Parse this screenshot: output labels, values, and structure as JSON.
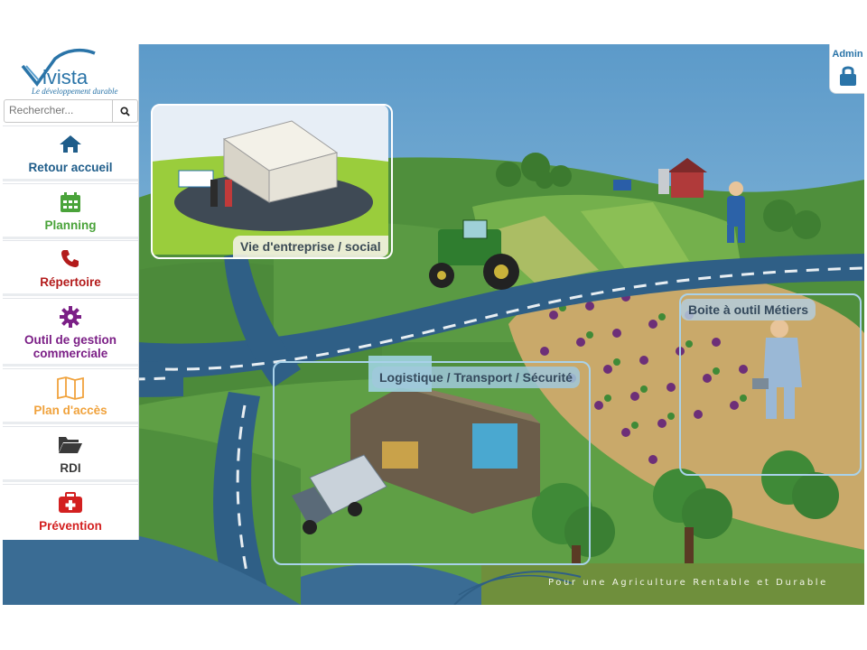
{
  "brand": {
    "name": "ivista",
    "tagline": "Le développement durable"
  },
  "search": {
    "placeholder": "Rechercher..."
  },
  "nav": [
    {
      "label": "Retour accueil",
      "icon": "home-icon",
      "color": "#1f5d8a"
    },
    {
      "label": "Planning",
      "icon": "calendar-icon",
      "color": "#4aa33a"
    },
    {
      "label": "Répertoire",
      "icon": "phone-icon",
      "color": "#b31b1b"
    },
    {
      "label": "Outil de gestion commerciale",
      "icon": "gear-icon",
      "color": "#7b1f86"
    },
    {
      "label": "Plan d'accès",
      "icon": "map-icon",
      "color": "#f0a23c"
    },
    {
      "label": "RDI",
      "icon": "folder-open-icon",
      "color": "#3a3a3a"
    },
    {
      "label": "Prévention",
      "icon": "first-aid-icon",
      "color": "#d32020"
    }
  ],
  "hotspots": {
    "entreprise": "Vie d'entreprise / social",
    "logistique": "Logistique / Transport / Sécurité",
    "metiers": "Boite à outil Métiers"
  },
  "admin": {
    "label": "Admin",
    "icon": "lock-icon"
  },
  "footer": {
    "slogan": "Pour une Agriculture Rentable et Durable"
  },
  "colors": {
    "accent": "#2a74a8",
    "sky": "#7fb7dd",
    "grass": "#5a9a42",
    "road": "#2f5f86"
  }
}
